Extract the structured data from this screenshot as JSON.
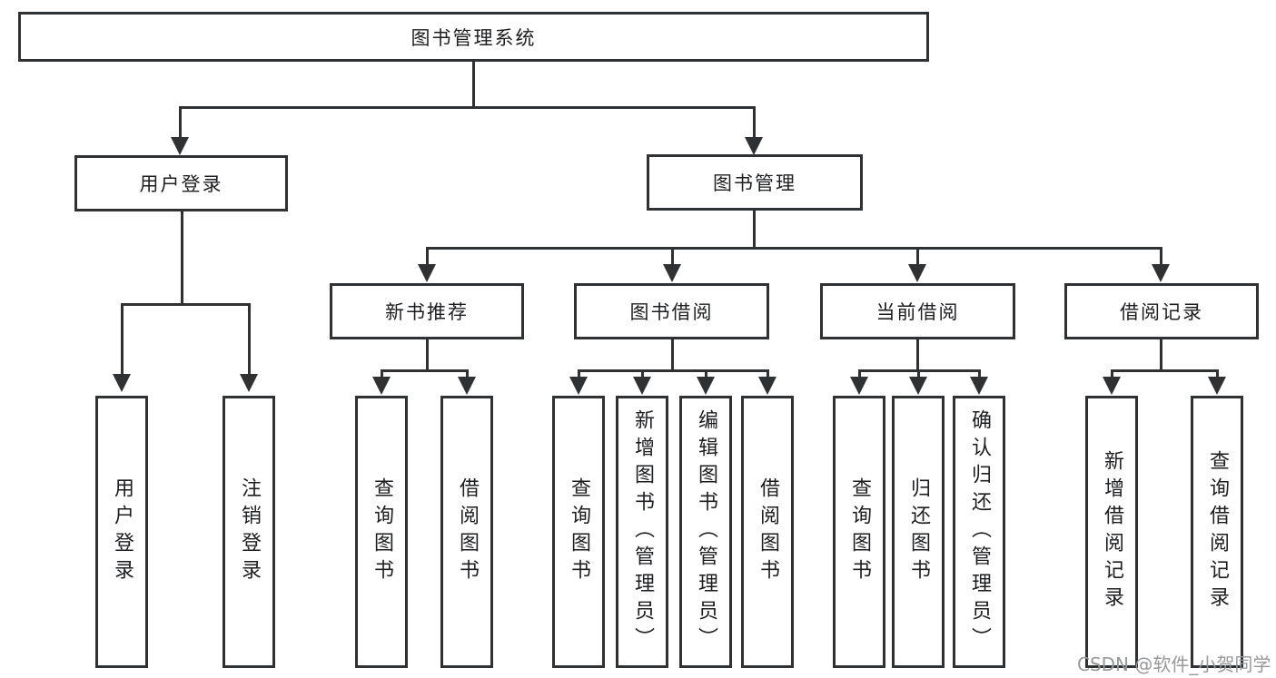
{
  "diagram": {
    "root": {
      "label": "图书管理系统"
    },
    "level2": [
      {
        "id": "user-login",
        "label": "用户登录"
      },
      {
        "id": "book-management",
        "label": "图书管理"
      }
    ],
    "level3": [
      {
        "id": "new-book-recommend",
        "label": "新书推荐"
      },
      {
        "id": "book-borrow",
        "label": "图书借阅"
      },
      {
        "id": "current-borrow",
        "label": "当前借阅"
      },
      {
        "id": "borrow-records",
        "label": "借阅记录"
      }
    ],
    "leaves": [
      {
        "id": "user-login-leaf",
        "label": "用户登录"
      },
      {
        "id": "logout",
        "label": "注销登录"
      },
      {
        "id": "query-books-1",
        "label": "查询图书"
      },
      {
        "id": "borrow-books-1",
        "label": "借阅图书"
      },
      {
        "id": "query-books-2",
        "label": "查询图书"
      },
      {
        "id": "add-books-admin",
        "label": "新增图书（管理员）"
      },
      {
        "id": "edit-books-admin",
        "label": "编辑图书（管理员）"
      },
      {
        "id": "borrow-books-2",
        "label": "借阅图书"
      },
      {
        "id": "query-books-3",
        "label": "查询图书"
      },
      {
        "id": "return-books",
        "label": "归还图书"
      },
      {
        "id": "confirm-return-admin",
        "label": "确认归还（管理员）"
      },
      {
        "id": "add-borrow-record",
        "label": "新增借阅记录"
      },
      {
        "id": "query-borrow-record",
        "label": "查询借阅记录"
      }
    ]
  },
  "watermark": {
    "text": "CSDN @软件_小贺同学"
  },
  "colors": {
    "line": "#2f3133",
    "box_border": "#2f3133",
    "text": "#1d1e20",
    "watermark": "#97989a",
    "background": "#ffffff"
  }
}
